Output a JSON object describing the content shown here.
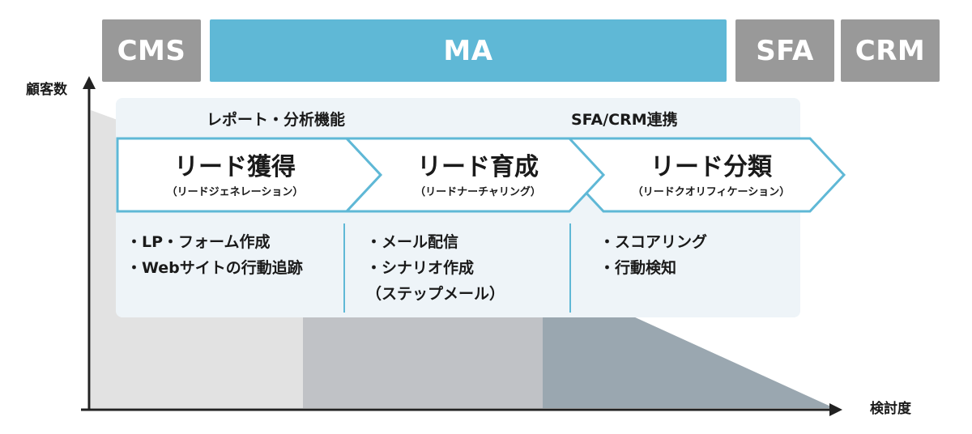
{
  "tools": [
    {
      "label": "CMS",
      "color": "#999999"
    },
    {
      "label": "MA",
      "color": "#5fb8d6"
    },
    {
      "label": "SFA",
      "color": "#999999"
    },
    {
      "label": "CRM",
      "color": "#999999"
    }
  ],
  "axes": {
    "y_label": "顧客数",
    "x_label": "検討度"
  },
  "features": {
    "report": "レポート・分析機能",
    "integration": "SFA/CRM連携"
  },
  "stages": [
    {
      "title": "リード獲得",
      "subtitle": "（リードジェネレーション）",
      "items": [
        "・LP・フォーム作成",
        "・Webサイトの行動追跡"
      ]
    },
    {
      "title": "リード育成",
      "subtitle": "（リードナーチャリング）",
      "items": [
        "・メール配信",
        "・シナリオ作成",
        "（ステップメール）"
      ]
    },
    {
      "title": "リード分類",
      "subtitle": "（リードクオリフィケーション）",
      "items": [
        "・スコアリング",
        "・行動検知"
      ]
    }
  ],
  "colors": {
    "accent": "#5fb8d6",
    "tool_gray": "#999999",
    "area_light": "#e2e2e2",
    "area_mid": "#c0c2c6",
    "area_dark": "#9aa7b0",
    "panel": "#eef4f8"
  }
}
